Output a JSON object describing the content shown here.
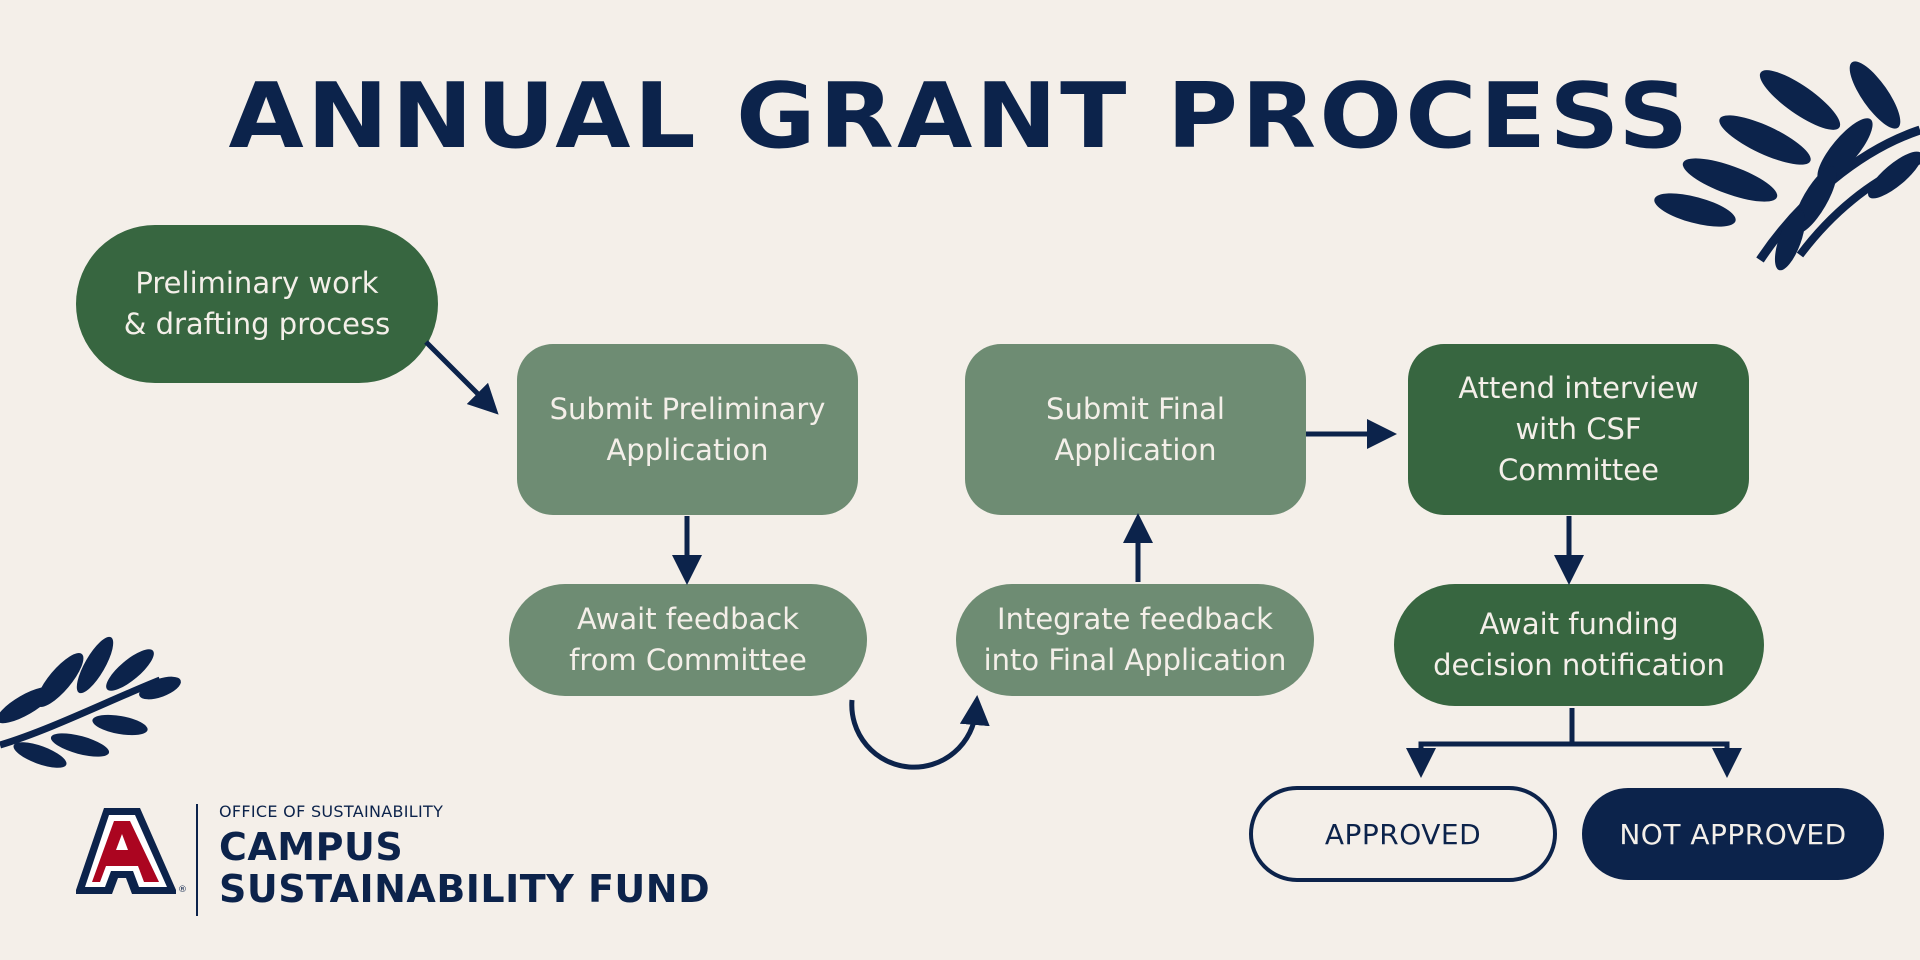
{
  "title": "ANNUAL GRANT PROCESS",
  "nodes": {
    "preliminary_work": "Preliminary work\n& drafting process",
    "submit_preliminary": "Submit Preliminary\nApplication",
    "await_feedback": "Await feedback\nfrom Committee",
    "integrate_feedback": "Integrate  feedback\ninto Final Application",
    "submit_final": "Submit Final\nApplication",
    "attend_interview": "Attend interview\nwith CSF\nCommittee",
    "await_funding": "Await funding\ndecision notification"
  },
  "outcomes": {
    "approved": "APPROVED",
    "not_approved": "NOT APPROVED"
  },
  "logo": {
    "office": "OFFICE OF SUSTAINABILITY",
    "line1": "CAMPUS",
    "line2": "SUSTAINABILITY FUND",
    "mark": "A"
  },
  "colors": {
    "navy": "#0c234b",
    "dark_green": "#376640",
    "light_green": "#6e8c73",
    "background": "#f4efe9",
    "red": "#ab0520"
  }
}
